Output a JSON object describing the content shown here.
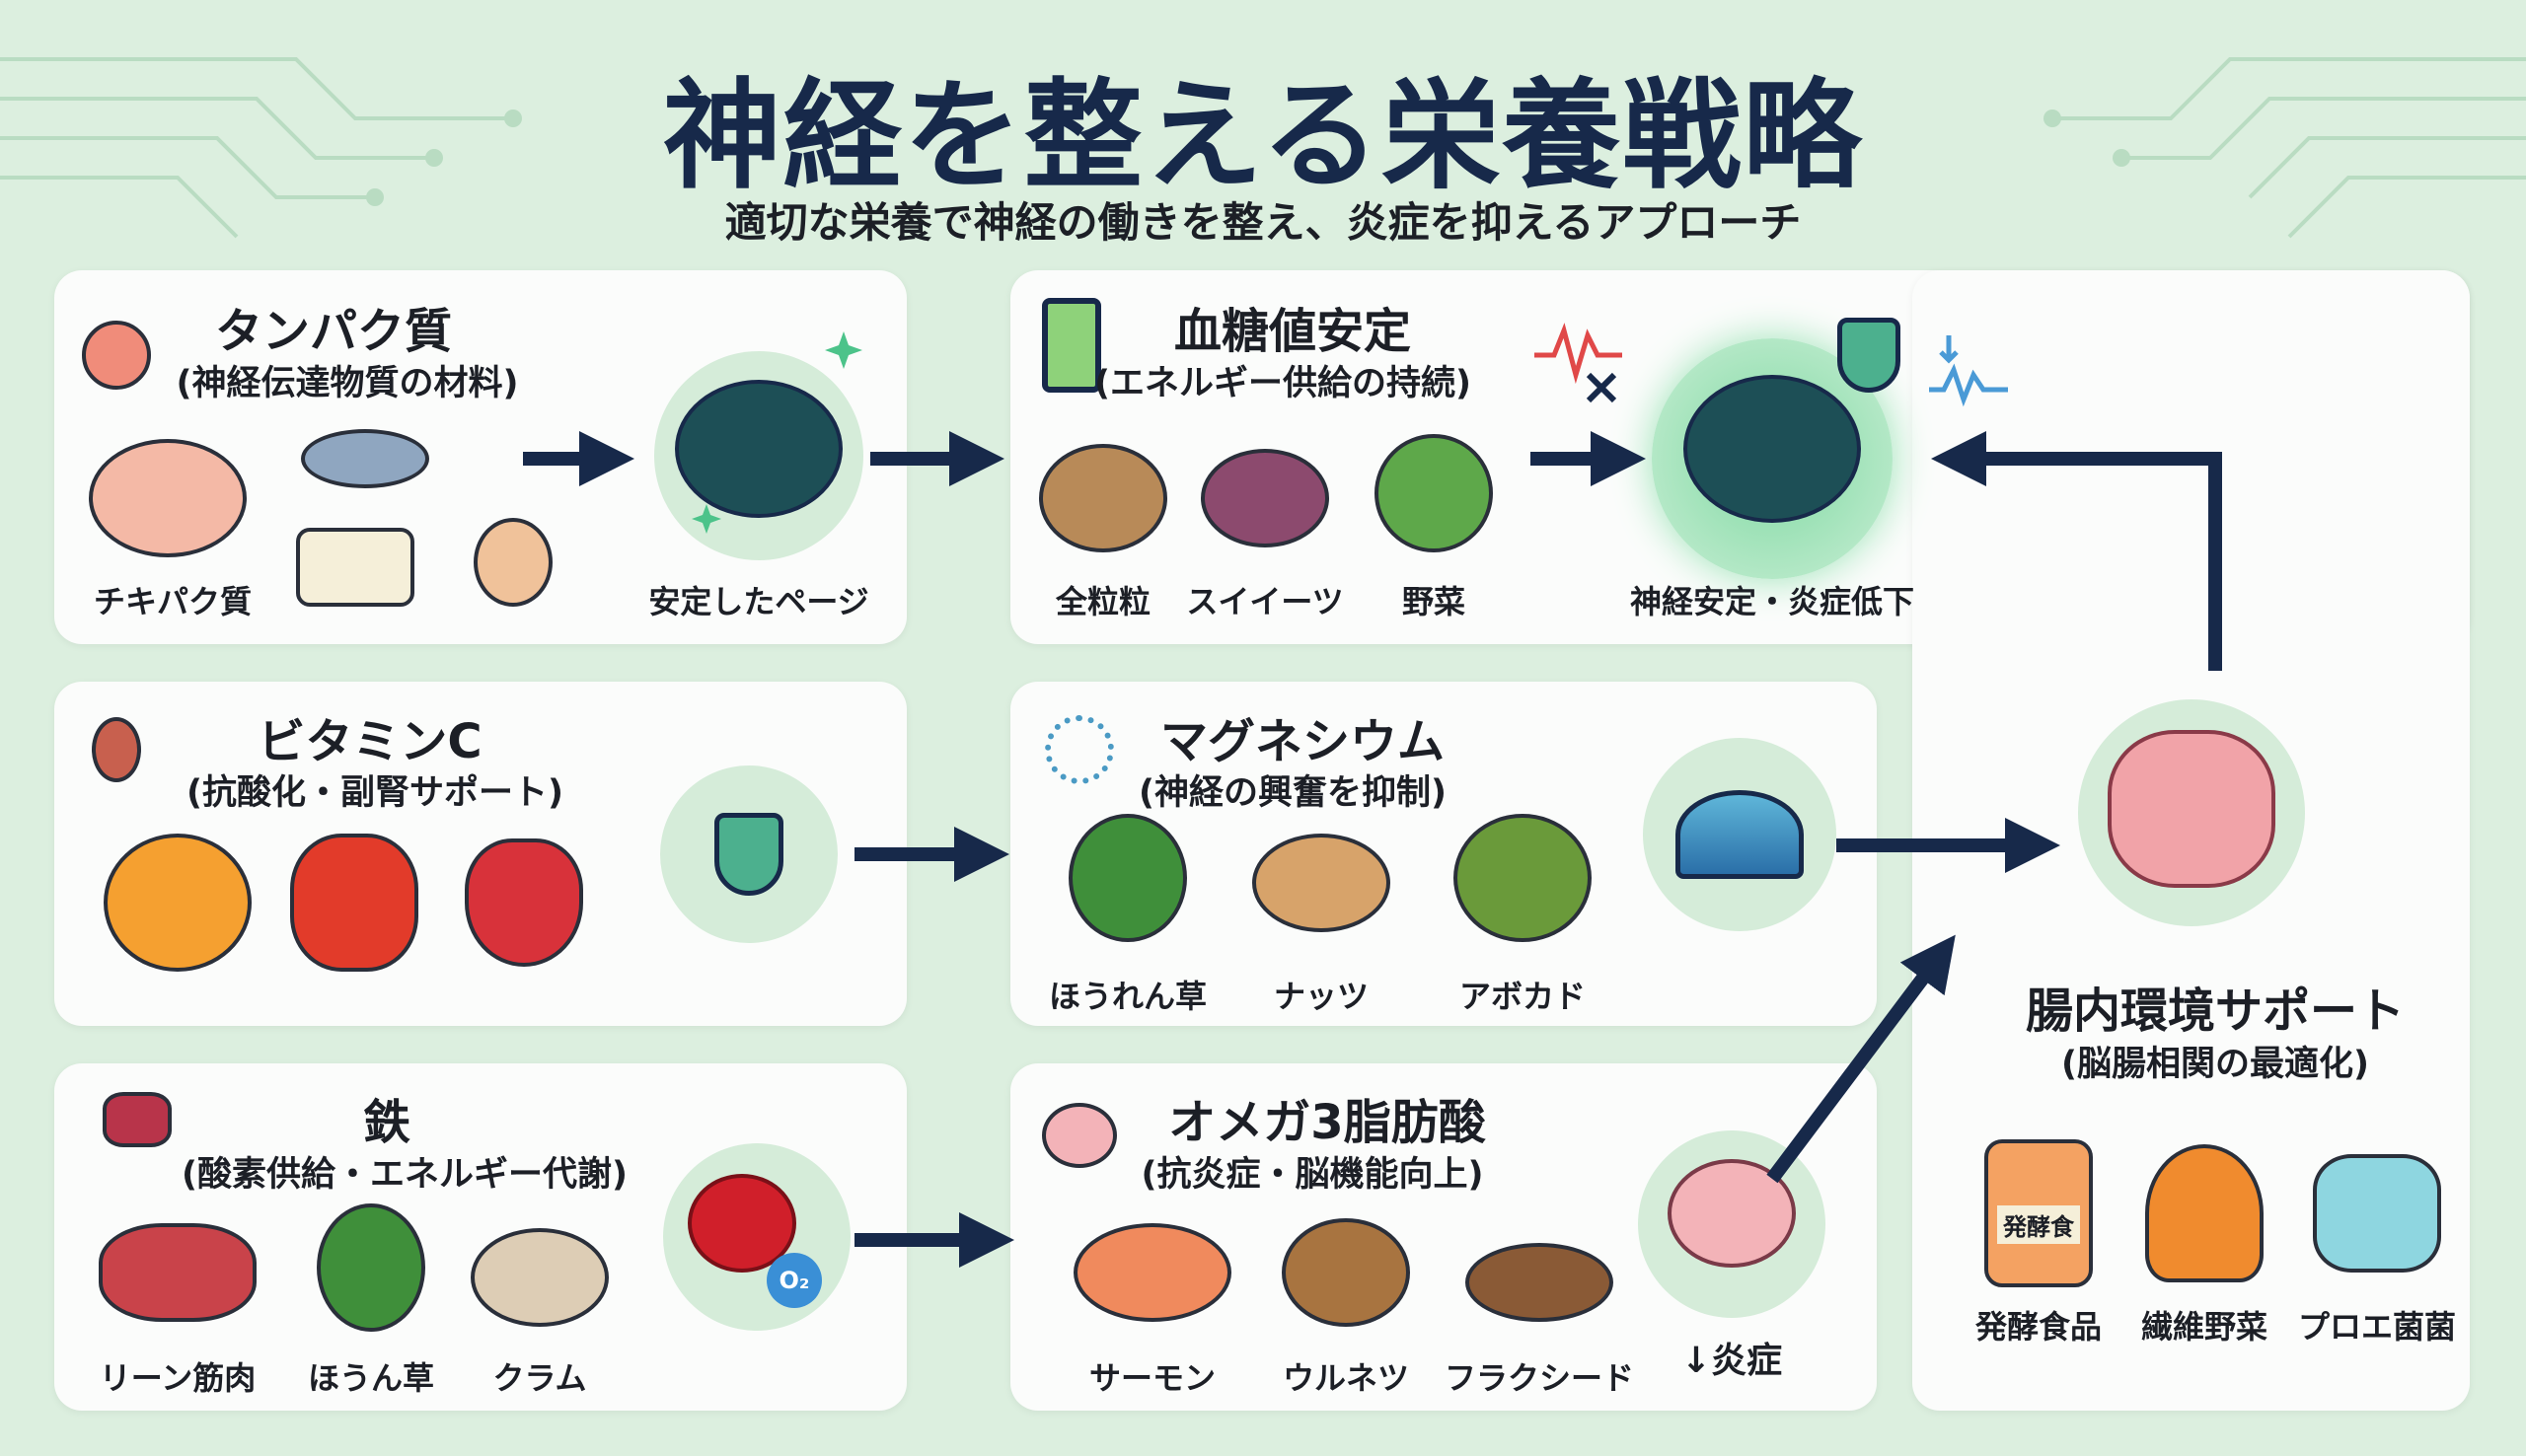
{
  "header": {
    "title": "神経を整える栄養戦略",
    "subtitle": "適切な栄養で神経の働きを整え、炎症を抑えるアプローチ"
  },
  "protein": {
    "title": "タンパク質",
    "subtitle": "(神経伝達物質の材料)",
    "food_label": "チキパク質",
    "result_label": "安定したページ"
  },
  "blood_sugar": {
    "title": "血糖値安定",
    "subtitle": "(エネルギー供給の持続)",
    "foods": [
      "全粒粒",
      "スイイーツ",
      "野菜"
    ],
    "result_label": "神経安定・炎症低下"
  },
  "vitamin_c": {
    "title": "ビタミンC",
    "subtitle": "(抗酸化・副腎サポート)"
  },
  "magnesium": {
    "title": "マグネシウム",
    "subtitle": "(神経の興奮を抑制)",
    "foods": [
      "ほうれん草",
      "ナッツ",
      "アボカド"
    ]
  },
  "iron": {
    "title": "鉄",
    "subtitle": "(酸素供給・エネルギー代謝)",
    "foods": [
      "リーン筋肉",
      "ほうん草",
      "クラム"
    ],
    "o2": "O₂"
  },
  "omega3": {
    "title": "オメガ3脂肪酸",
    "subtitle": "(抗炎症・脳機能向上)",
    "foods": [
      "サーモン",
      "ウルネツ",
      "フラクシード"
    ],
    "result_label": "↓炎症"
  },
  "gut": {
    "title": "腸内環境サポート",
    "subtitle": "(脳腸相関の最適化)",
    "jar_label": "発酵食",
    "foods": [
      "発酵食品",
      "繊維野菜",
      "プロエ菌菌"
    ]
  },
  "colors": {
    "navy": "#17294a",
    "mint": "#dcefdf",
    "accent_green": "#4cc38a"
  }
}
